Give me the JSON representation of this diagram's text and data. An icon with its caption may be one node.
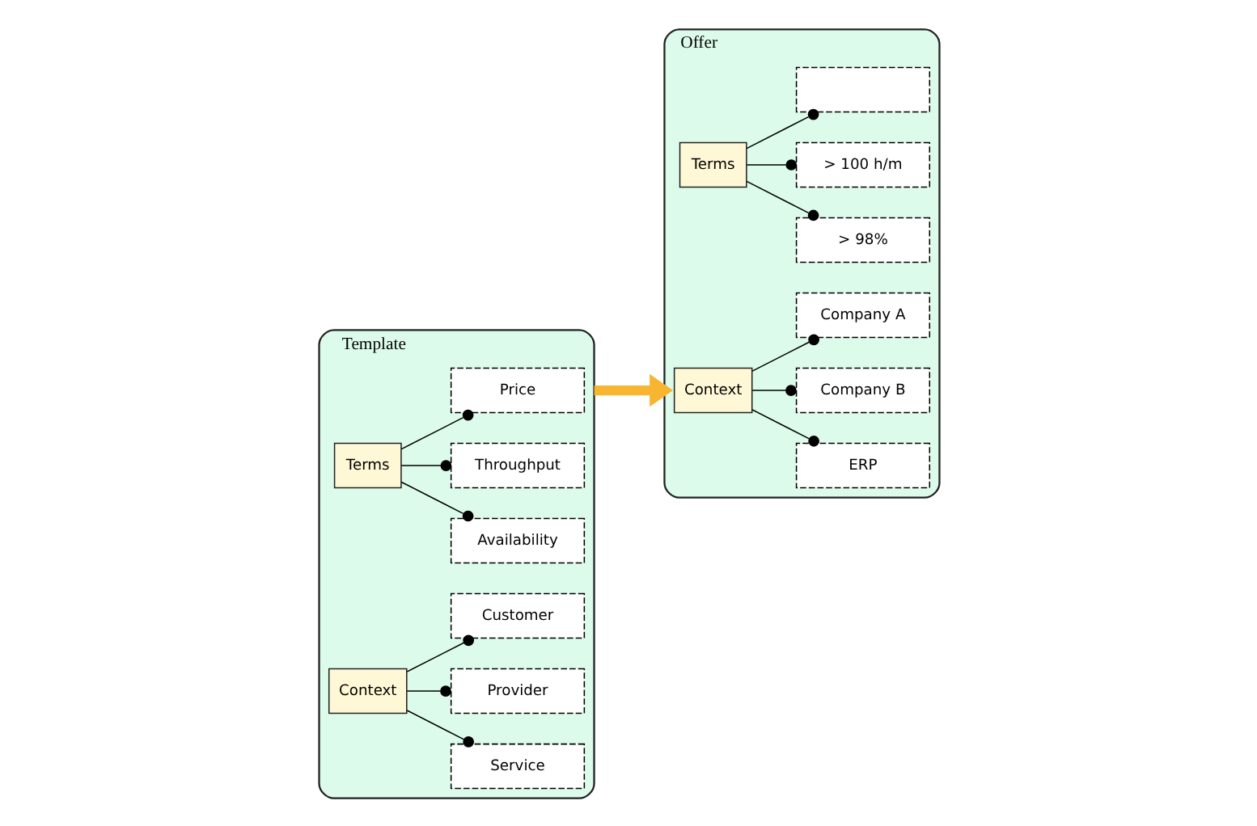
{
  "diagram": {
    "nodes": [
      {
        "text": [
          "Template"
        ]
      },
      {
        "text": [
          "Context"
        ],
        "in": 0
      },
      {
        "text": [
          "Customer"
        ],
        "in": 0
      },
      {
        "text": [
          "Provider"
        ],
        "in": 0
      },
      {
        "text": [
          "Service"
        ],
        "in": 0
      },
      {
        "text": [
          "Terms"
        ],
        "in": 0
      },
      {
        "text": [
          "Price"
        ],
        "in": 0
      },
      {
        "text": [
          "Throughput"
        ],
        "in": 0
      },
      {
        "text": [
          "Availability"
        ],
        "in": 0
      },
      {
        "text": [
          "Offer"
        ]
      },
      {
        "text": [
          "Context"
        ],
        "in": 9
      },
      {
        "text": [
          "Company A"
        ],
        "in": 9
      },
      {
        "text": [
          "Company B"
        ],
        "in": 9
      },
      {
        "text": [
          "ERP"
        ],
        "in": 9
      },
      {
        "text": [
          "Terms"
        ],
        "in": 9
      },
      {
        "text": [],
        "shape": "box",
        "in": 9
      },
      {
        "text": [
          "> 100 h/m"
        ],
        "in": 9
      },
      {
        "text": [
          "> 98%"
        ],
        "in": 9
      }
    ],
    "edges": [
      {
        "from": 1,
        "to": 2,
        "arrow": "other"
      },
      {
        "from": 1,
        "to": 3,
        "arrow": "other"
      },
      {
        "from": 1,
        "to": 4,
        "arrow": "other"
      },
      {
        "from": 5,
        "to": 6,
        "arrow": "other"
      },
      {
        "from": 5,
        "to": 7,
        "arrow": "other"
      },
      {
        "from": 5,
        "to": 8,
        "arrow": "other"
      },
      {
        "from": 10,
        "to": 11,
        "arrow": "other"
      },
      {
        "from": 10,
        "to": 12,
        "arrow": "other"
      },
      {
        "from": 10,
        "to": 13,
        "arrow": "other"
      },
      {
        "from": 14,
        "to": 15,
        "arrow": "other"
      },
      {
        "from": 14,
        "to": 16,
        "arrow": "other"
      },
      {
        "from": 14,
        "to": 17,
        "arrow": "other"
      },
      {
        "from": 0,
        "to": 9,
        "arrow": "to",
        "style": "thick",
        "color": "#f7b531"
      }
    ]
  }
}
